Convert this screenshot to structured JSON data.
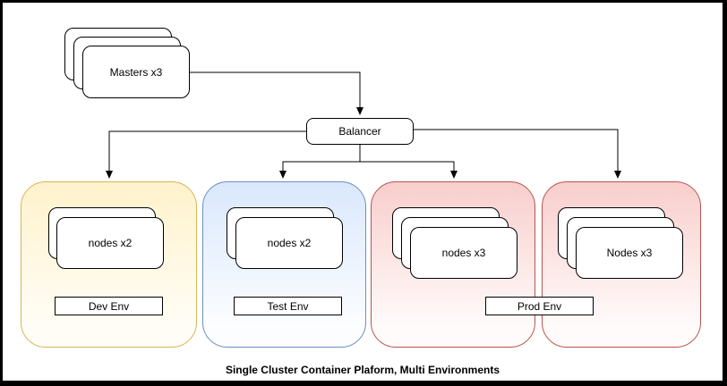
{
  "diagram_title": "Single Cluster Container Plaform, Multi Environments",
  "masters": {
    "label": "Masters x3",
    "stack_count": 3
  },
  "balancer": {
    "label": "Balancer"
  },
  "environments": [
    {
      "name": "dev",
      "nodes_label": "nodes x2",
      "node_stack_count": 2,
      "env_label": "Dev Env",
      "fill_top": "#fff2cc",
      "border_color": "#d6b656"
    },
    {
      "name": "test",
      "nodes_label": "nodes x2",
      "node_stack_count": 2,
      "env_label": "Test Env",
      "fill_top": "#dae8fc",
      "border_color": "#6c8ebf"
    },
    {
      "name": "prod-left",
      "nodes_label": "nodes x3",
      "node_stack_count": 3,
      "env_label": "Prod Env",
      "fill_top": "#f8cecc",
      "border_color": "#b85450"
    },
    {
      "name": "prod-right",
      "nodes_label": "Nodes x3",
      "node_stack_count": 3,
      "env_label": "Prod Env",
      "fill_top": "#f8cecc",
      "border_color": "#b85450"
    }
  ],
  "connector_color": "#000000",
  "frame_color": "#000000"
}
